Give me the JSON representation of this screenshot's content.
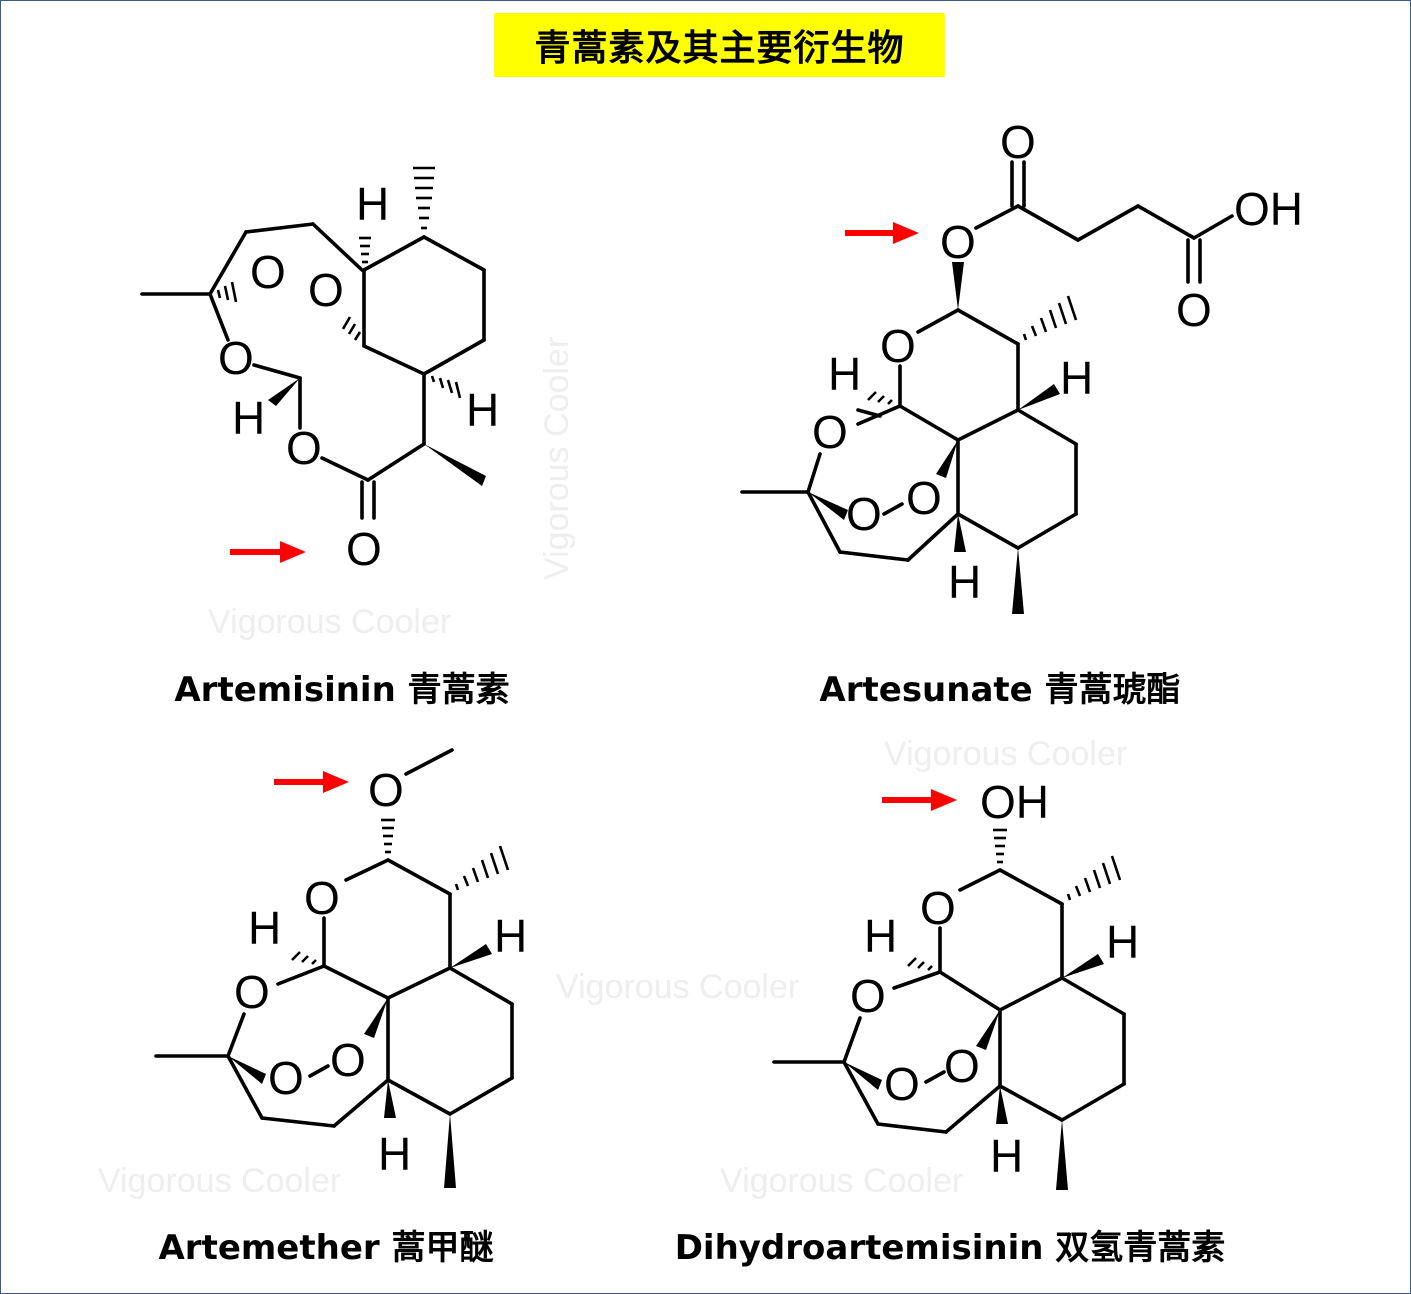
{
  "title": "青蒿素及其主要衍生物",
  "watermark": "Vigorous Cooler",
  "accent_colors": {
    "title_background": "#ffff00",
    "arrow": "#ff0000",
    "frame": "#3b5a86"
  },
  "compounds": [
    {
      "caption": "Artemisinin 青蒿素"
    },
    {
      "caption": "Artesunate 青蒿琥酯"
    },
    {
      "caption": "Artemether 蒿甲醚"
    },
    {
      "caption": "Dihydroartemisinin 双氢青蒿素"
    }
  ],
  "atom_labels": {
    "oxygen": "O",
    "hydrogen": "H",
    "hydroxyl": "OH"
  }
}
